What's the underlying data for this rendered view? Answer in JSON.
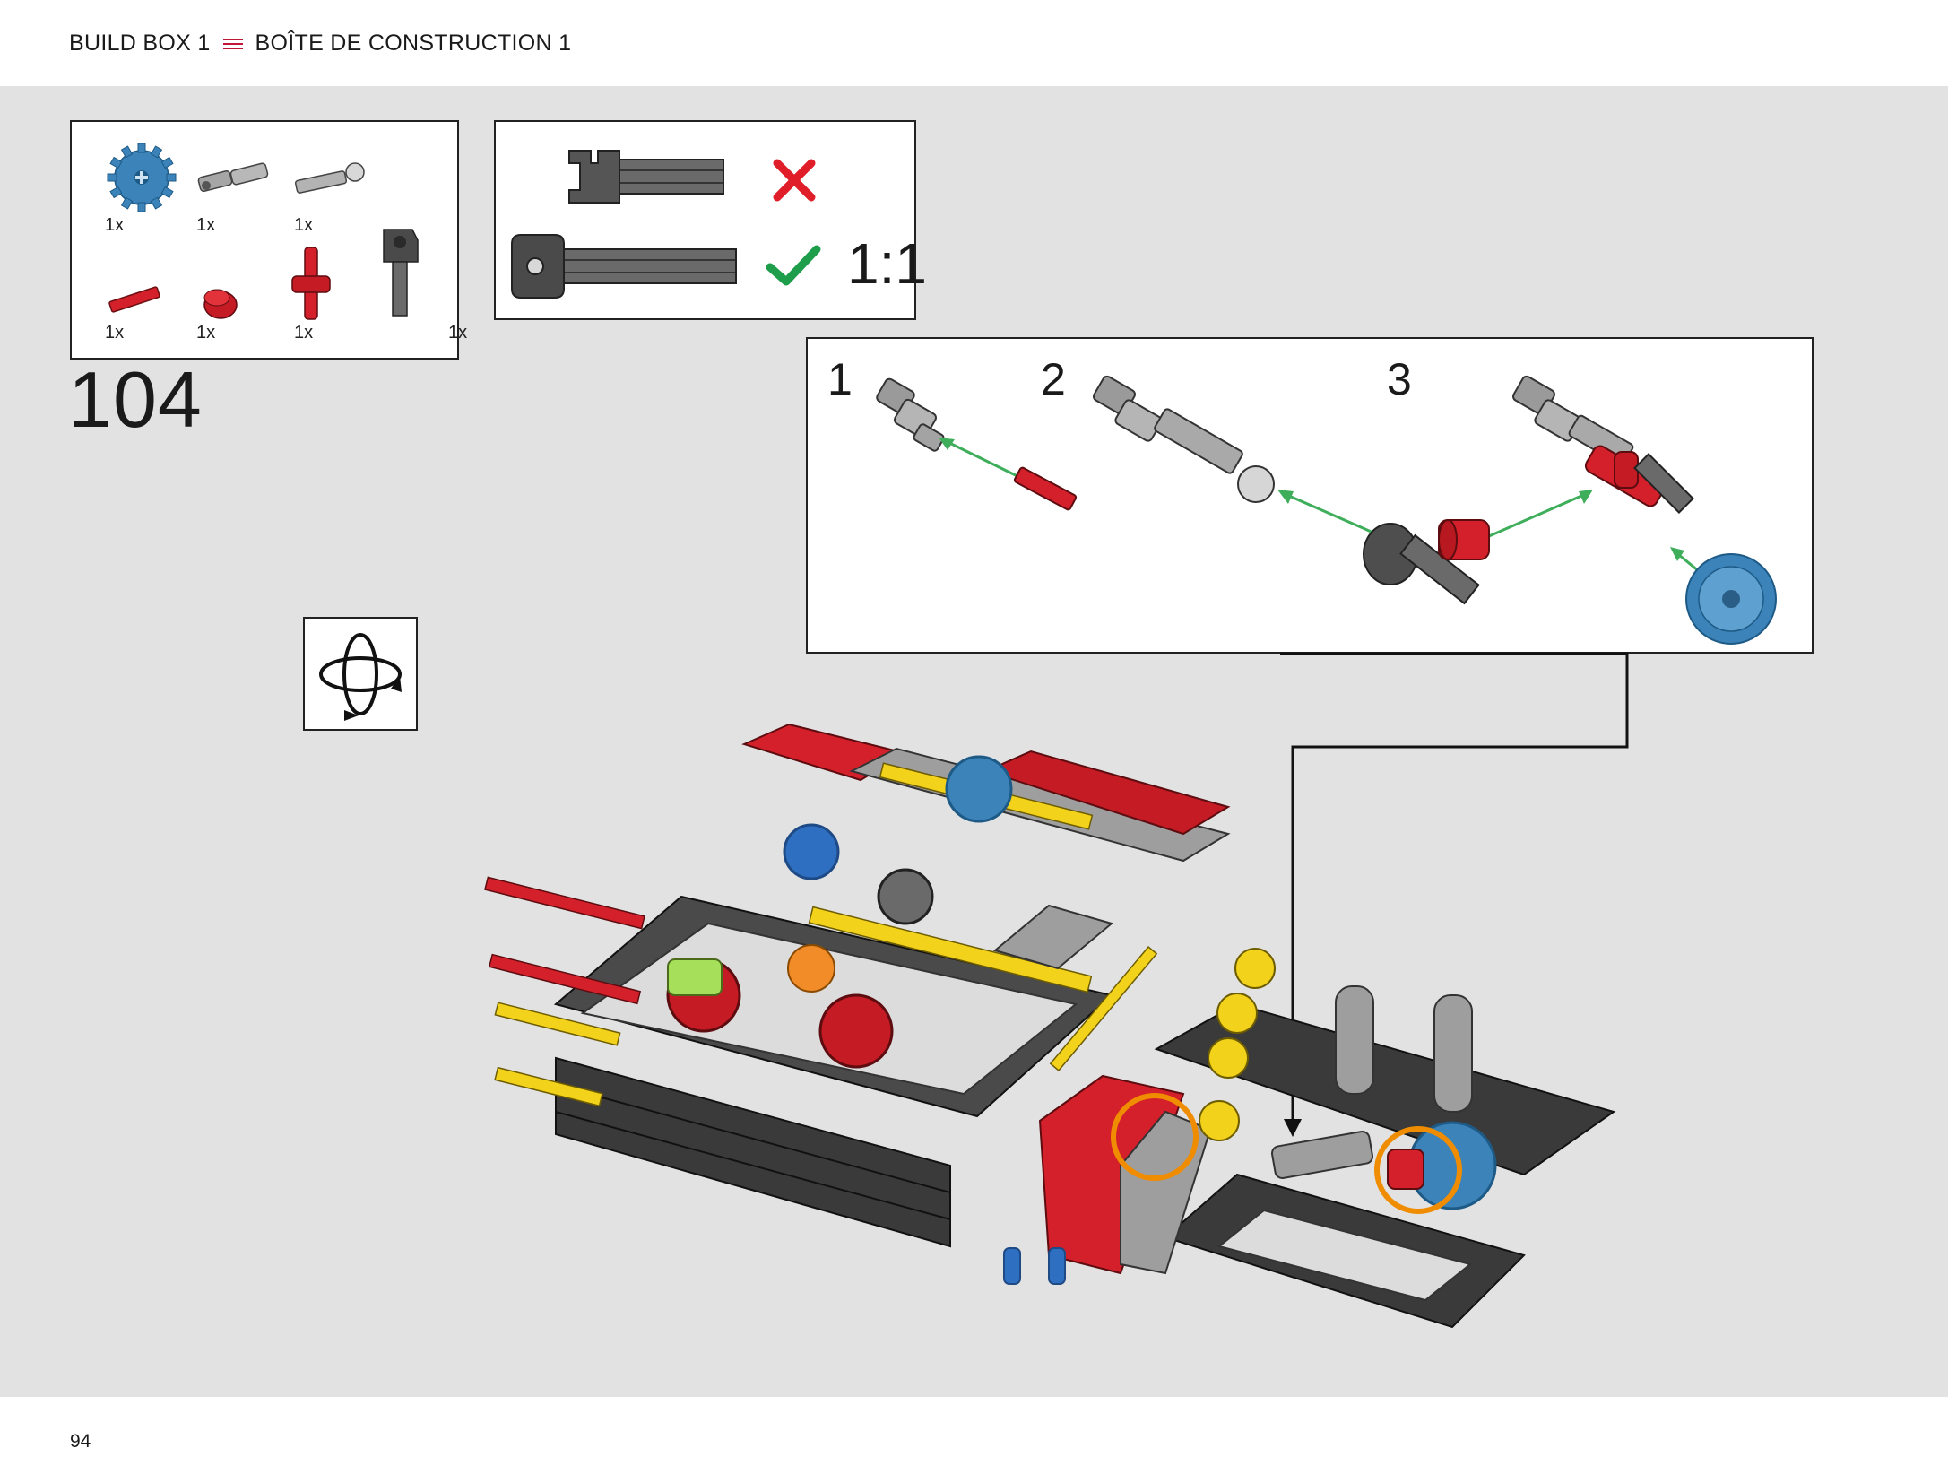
{
  "header": {
    "left_label": "BUILD BOX 1",
    "right_label": "BOÎTE DE CONSTRUCTION 1",
    "separator_icon": "triple-line-icon",
    "separator_color": "#c0163a"
  },
  "parts_list": {
    "items": [
      {
        "icon": "blue-gear-20-tooth-icon",
        "quantity": "1x"
      },
      {
        "icon": "universal-joint-icon",
        "quantity": "1x"
      },
      {
        "icon": "ball-joint-axle-icon",
        "quantity": "1x"
      },
      {
        "icon": "red-axle-pin-icon",
        "quantity": "1x"
      },
      {
        "icon": "red-bush-icon",
        "quantity": "1x"
      },
      {
        "icon": "red-cross-connector-icon",
        "quantity": "1x"
      },
      {
        "icon": "dark-axle-socket-icon",
        "quantity": "1x"
      }
    ]
  },
  "comparison": {
    "scale_label": "1:1",
    "wrong_icon": "red-cross-icon",
    "correct_icon": "green-check-icon"
  },
  "step": {
    "number": "104"
  },
  "substeps": [
    "1",
    "2",
    "3"
  ],
  "rotate_icon": "rotate-model-icon",
  "footer": {
    "page_number": "94"
  },
  "colors": {
    "background": "#e2e2e2",
    "accent_red": "#c0163a",
    "highlight_orange": "#f08c00",
    "arrow_green": "#3fae5b",
    "check_green": "#1e9e4a",
    "cross_red": "#e01e2a"
  }
}
